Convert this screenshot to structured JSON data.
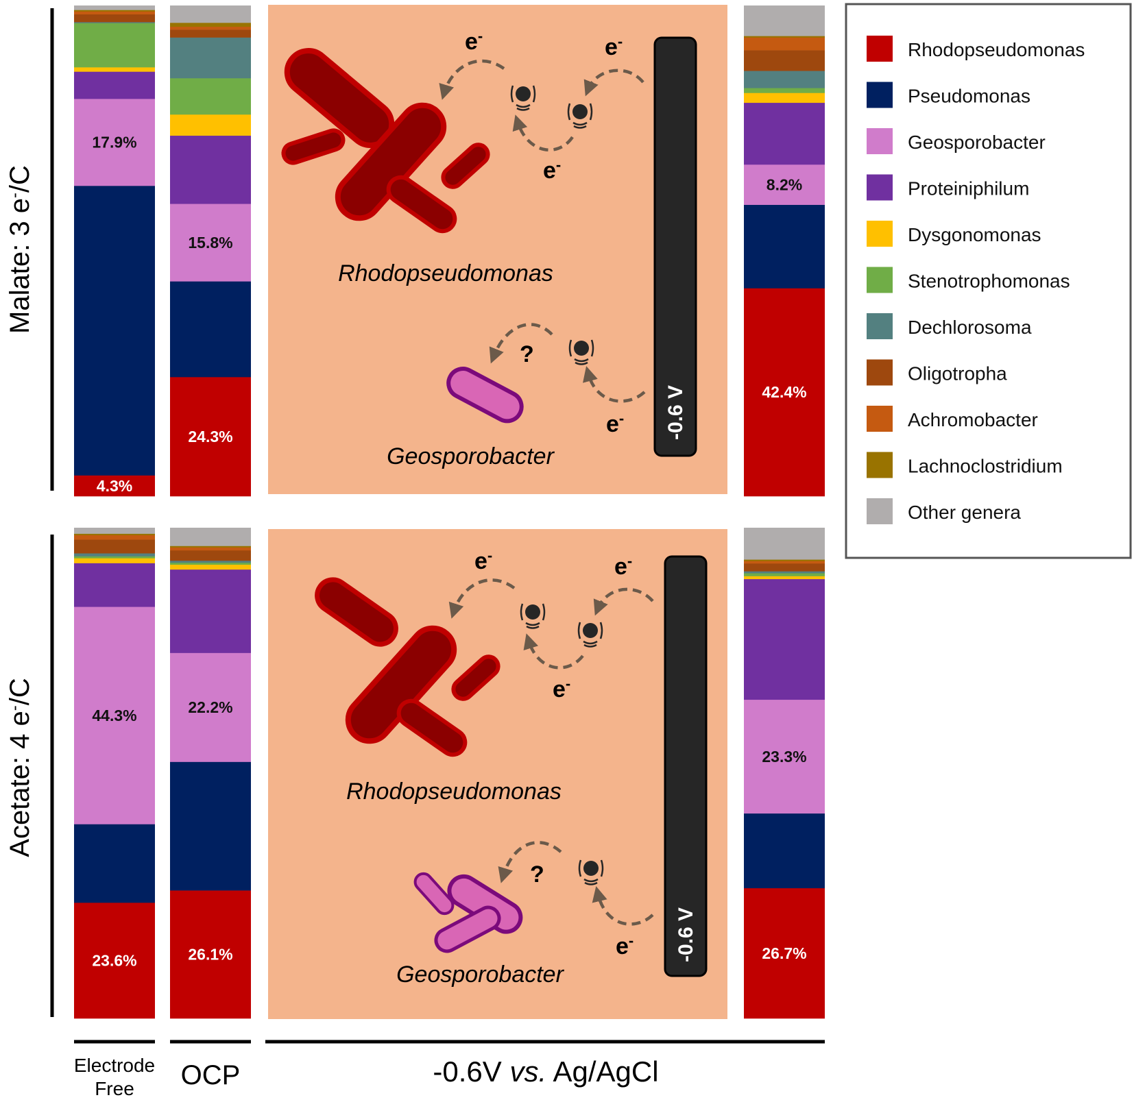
{
  "legend": [
    {
      "name": "Rhodopseudomonas",
      "color": "#C00000"
    },
    {
      "name": "Pseudomonas",
      "color": "#002060"
    },
    {
      "name": "Geosporobacter",
      "color": "#D07CCB"
    },
    {
      "name": "Proteiniphilum",
      "color": "#7030A0"
    },
    {
      "name": "Dysgonomonas",
      "color": "#FFC000"
    },
    {
      "name": "Stenotrophomonas",
      "color": "#70AD47"
    },
    {
      "name": "Dechlorosoma",
      "color": "#538080"
    },
    {
      "name": "Oligotropha",
      "color": "#9E480E"
    },
    {
      "name": "Achromobacter",
      "color": "#C55A11"
    },
    {
      "name": "Lachnoclostridium",
      "color": "#997300"
    },
    {
      "name": "Other genera",
      "color": "#B0ADAD"
    }
  ],
  "row_labels": {
    "malate_prefix": "Malate: 3 e",
    "malate_sup": "-",
    "malate_suffix": "/C",
    "acetate_prefix": "Acetate: 4 e",
    "acetate_sup": "-",
    "acetate_suffix": "/C"
  },
  "x_labels": {
    "electrode_free_line1": "Electrode",
    "electrode_free_line2": "Free",
    "ocp": "OCP",
    "potential_pre": "-0.6V ",
    "potential_italic": "vs.",
    "potential_post": " Ag/AgCl"
  },
  "diagram": {
    "electron": "e",
    "electron_sup": "-",
    "question": "?",
    "electrode_label": "-0.6 V",
    "organism_1": "Rhodopseudomonas",
    "organism_2": "Geosporobacter"
  },
  "chart_data": {
    "type": "bar",
    "stacked": true,
    "normalized_percent": true,
    "stack_order_bottom_to_top": [
      "Rhodopseudomonas",
      "Pseudomonas",
      "Geosporobacter",
      "Proteiniphilum",
      "Dysgonomonas",
      "Stenotrophomonas",
      "Dechlorosoma",
      "Oligotropha",
      "Achromobacter",
      "Lachnoclostridium",
      "Other genera"
    ],
    "panels": [
      {
        "substrate": "Malate: 3 e-/C",
        "bars": [
          {
            "condition": "Electrode Free",
            "values": [
              4.3,
              59.6,
              17.9,
              5.6,
              0.9,
              9.1,
              0.2,
              1.6,
              0.6,
              0.3,
              0.9
            ],
            "labels": {
              "Rhodopseudomonas": "4.3%",
              "Geosporobacter": "17.9%"
            }
          },
          {
            "condition": "OCP",
            "values": [
              24.3,
              19.5,
              15.8,
              13.9,
              4.3,
              7.4,
              8.3,
              1.6,
              0.6,
              0.8,
              3.5
            ],
            "labels": {
              "Rhodopseudomonas": "24.3%",
              "Geosporobacter": "15.8%"
            }
          },
          {
            "condition": "-0.6V vs. Ag/AgCl",
            "values": [
              42.4,
              17.0,
              8.2,
              12.6,
              2.0,
              1.0,
              3.5,
              4.2,
              2.6,
              0.3,
              6.2
            ],
            "labels": {
              "Rhodopseudomonas": "42.4%",
              "Geosporobacter": "8.2%"
            }
          }
        ]
      },
      {
        "substrate": "Acetate: 4 e-/C",
        "bars": [
          {
            "condition": "Electrode Free",
            "values": [
              23.6,
              16.0,
              44.3,
              8.9,
              1.0,
              0.4,
              0.6,
              2.8,
              0.9,
              0.3,
              1.2
            ],
            "labels": {
              "Rhodopseudomonas": "23.6%",
              "Geosporobacter": "44.3%"
            }
          },
          {
            "condition": "OCP",
            "values": [
              26.1,
              26.2,
              22.2,
              17.0,
              1.0,
              0.4,
              0.4,
              2.1,
              0.6,
              0.3,
              3.7
            ],
            "labels": {
              "Rhodopseudomonas": "26.1%",
              "Geosporobacter": "22.2%"
            }
          },
          {
            "condition": "-0.6V vs. Ag/AgCl",
            "values": [
              26.7,
              15.3,
              23.3,
              24.7,
              0.6,
              0.6,
              0.4,
              1.6,
              0.5,
              0.3,
              6.5
            ],
            "labels": {
              "Rhodopseudomonas": "26.7%",
              "Geosporobacter": "23.3%"
            }
          }
        ]
      }
    ]
  }
}
